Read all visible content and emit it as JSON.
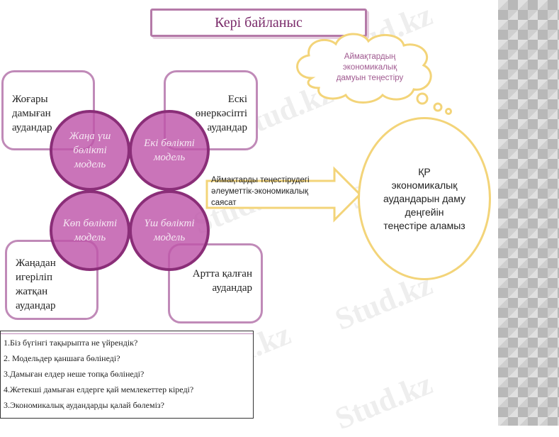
{
  "title": "Кері байланыс",
  "cloud": {
    "lines": [
      "Аймақтардың",
      "экономикалық",
      "дамуын теңестіру"
    ]
  },
  "corners": {
    "top_left": [
      "Жоғары",
      "дамыған",
      "аудандар"
    ],
    "top_right": [
      "Ескі",
      "өнеркәсіпті",
      "аудандар"
    ],
    "bottom_left": [
      "Жаңадан",
      "игеріліп",
      "жатқан",
      "аудандар"
    ],
    "bottom_right": [
      "Артта қалған",
      "аудандар"
    ]
  },
  "models": [
    {
      "label": "Жаңа үш бөлікті модель"
    },
    {
      "label": "Екі бөлікті модель"
    },
    {
      "label": "Көп бөлікті модель"
    },
    {
      "label": "Үш бөлікті модель"
    }
  ],
  "arrow_label": [
    "Аймақтарды теңестірудегі",
    "әлеуметтік-экономикалық",
    "саясат"
  ],
  "outcome": [
    "ҚР",
    "экономикалық",
    "аудандарын даму",
    "деңгейін",
    "теңестіре аламыз"
  ],
  "questions": [
    "1.Біз бүгінгі тақырыпта не үйрендік?",
    "2. Модельдер қаншаға бөлінеді?",
    "3.Дамыған елдер неше топқа бөлінеді?",
    "4.Жетекші дамыған елдерге  қай мемлекеттер кіреді?",
    "3.Экономикалық аудандарды қалай бөлеміз?"
  ],
  "watermark": "Stud.kz",
  "colors": {
    "circle_fill": "#be56aa",
    "circle_border": "#8a2e78",
    "box_border": "#c08ab8",
    "title_text": "#7a2a6a",
    "cloud_and_arrow": "#f3d479",
    "cloud_text": "#a05a90"
  }
}
